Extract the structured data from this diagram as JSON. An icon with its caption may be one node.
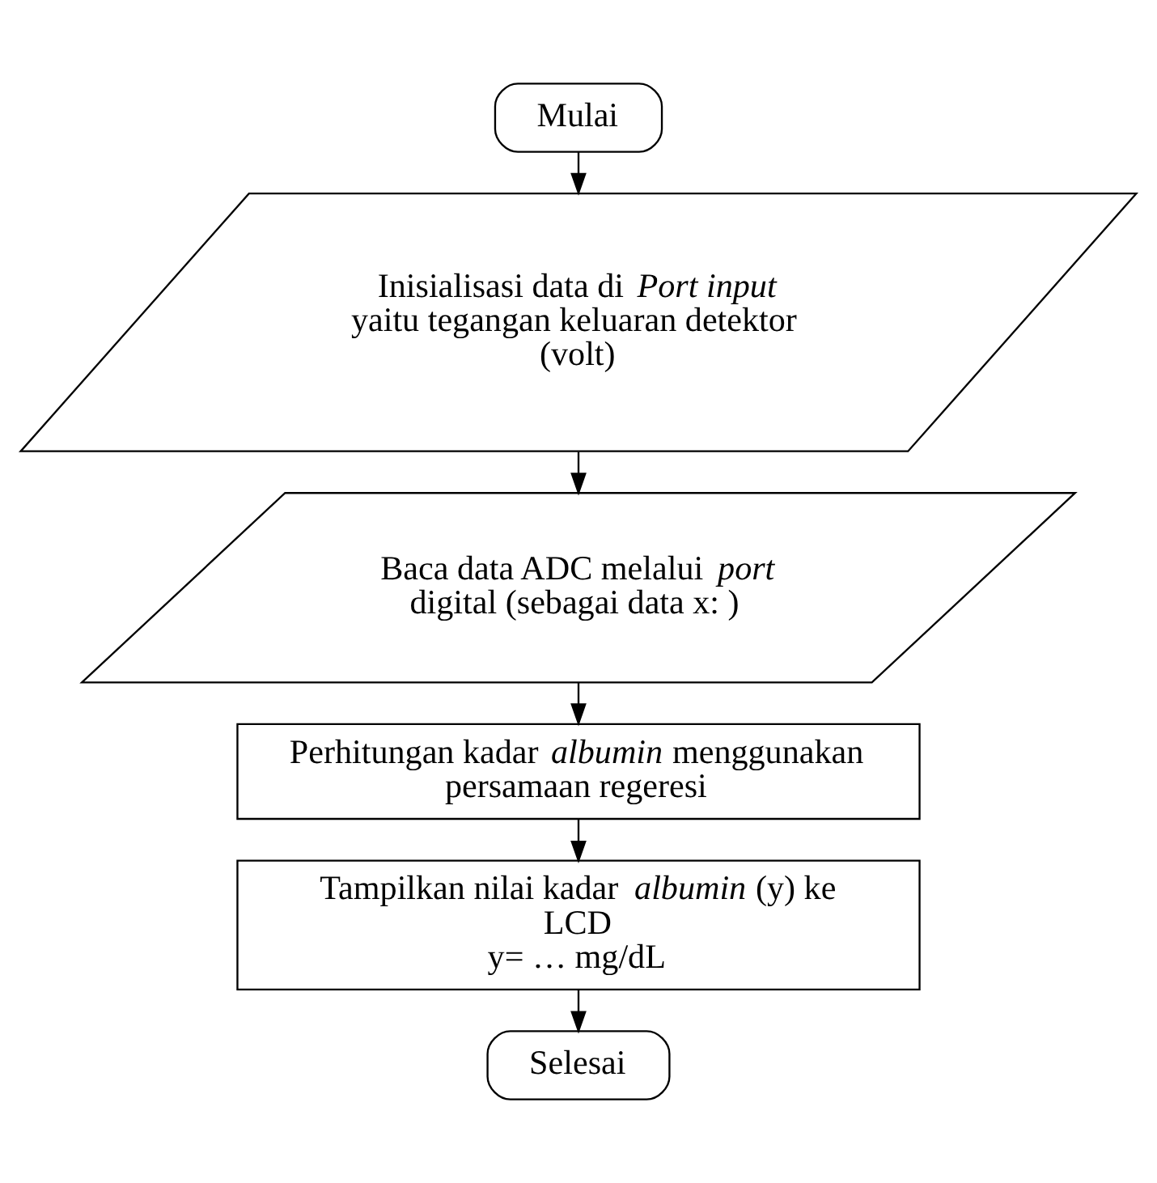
{
  "diagram": {
    "nodes": [
      {
        "text": [
          "Mulai"
        ]
      },
      {
        "text": [
          "Inisialisasi data di *Port input* yaitu tegangan keluaran detektor (volt)"
        ]
      },
      {
        "text": [
          "Baca data ADC melalui *port* digital (sebagai data x: )"
        ]
      },
      {
        "text": [
          "Perhitungan kadar *albumin* menggunakan persamaan regeresi"
        ]
      },
      {
        "text": [
          "Tampilkan nilai kadar *albumin* (y) ke LCD",
          "y= … mg/dL"
        ]
      },
      {
        "text": [
          "Selesai"
        ]
      }
    ],
    "edges": [
      {
        "from": 0,
        "to": 1,
        "arrow": "to"
      },
      {
        "from": 1,
        "to": 2,
        "arrow": "to"
      },
      {
        "from": 2,
        "to": 3,
        "arrow": "to"
      },
      {
        "from": 3,
        "to": 4,
        "arrow": "to"
      },
      {
        "from": 4,
        "to": 5,
        "arrow": "to"
      }
    ]
  }
}
